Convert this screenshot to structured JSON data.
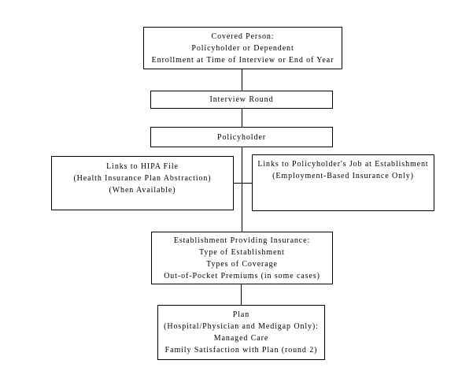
{
  "colors": {
    "background": "#ffffff",
    "box_border": "#000000",
    "text": "#000000",
    "connector": "#000000"
  },
  "nodes": {
    "covered_person": {
      "lines": [
        "Covered Person:",
        "Policyholder or Dependent",
        "Enrollment at Time of Interview or End of Year"
      ]
    },
    "interview_round": {
      "lines": [
        "Interview Round"
      ]
    },
    "policyholder": {
      "lines": [
        "Policyholder"
      ]
    },
    "hipa_links": {
      "lines": [
        "Links to HIPA File",
        "(Health Insurance Plan Abstraction)",
        "(When Available)"
      ]
    },
    "job_links": {
      "lines": [
        "Links to Policyholder's Job at Establishment",
        "(Employment-Based Insurance Only)"
      ]
    },
    "establishment": {
      "lines": [
        "Establishment Providing Insurance:",
        "Type of Establishment",
        "Types of Coverage",
        "Out-of-Pocket Premiums (in some cases)"
      ]
    },
    "plan": {
      "lines": [
        "Plan",
        "(Hospital/Physician and Medigap Only):",
        "Managed Care",
        "Family Satisfaction with Plan (round 2)"
      ]
    }
  }
}
